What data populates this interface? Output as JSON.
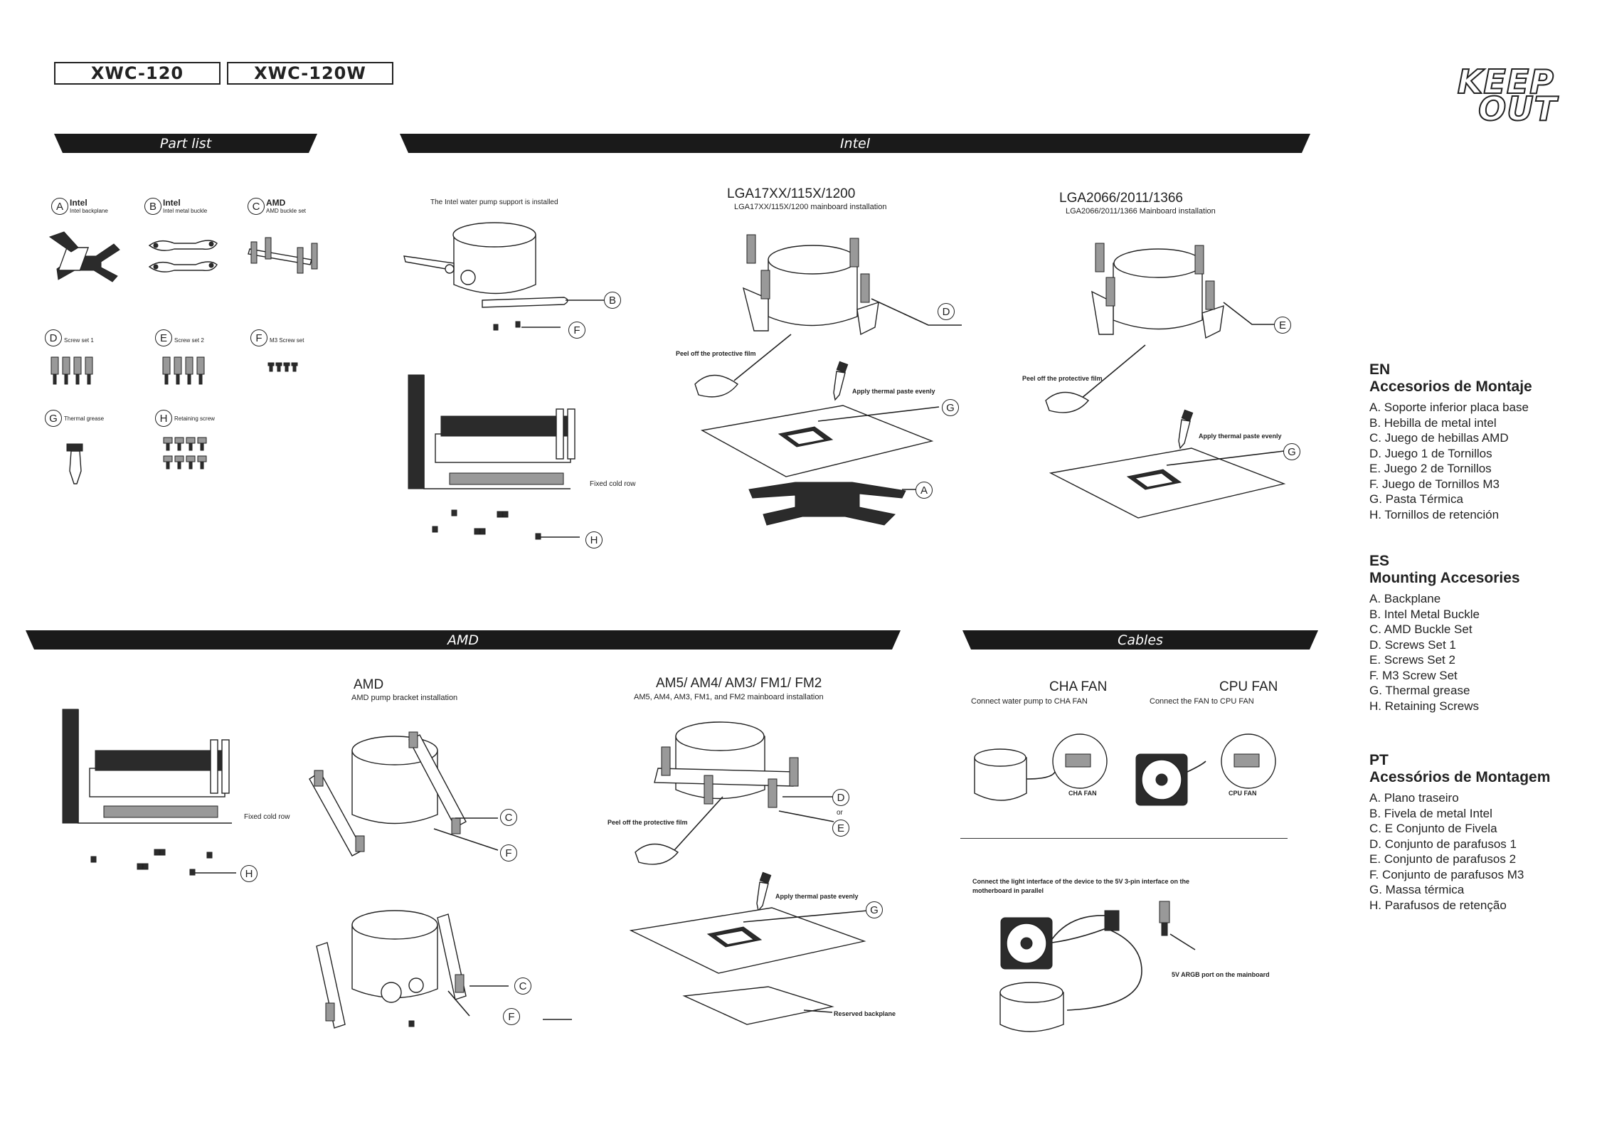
{
  "header": {
    "models": [
      "XWC-120",
      "XWC-120W"
    ],
    "logo": [
      "KEEP",
      "OUT"
    ]
  },
  "banners": {
    "part_list": "Part list",
    "intel": "Intel",
    "amd": "AMD",
    "cables": "Cables"
  },
  "parts": [
    {
      "letter": "A",
      "title": "Intel",
      "sub": "Intel backplane"
    },
    {
      "letter": "B",
      "title": "Intel",
      "sub": "Intel metal buckle"
    },
    {
      "letter": "C",
      "title": "AMD",
      "sub": "AMD buckle set"
    },
    {
      "letter": "D",
      "title": "",
      "sub": "Screw set 1"
    },
    {
      "letter": "E",
      "title": "",
      "sub": "Screw set 2"
    },
    {
      "letter": "F",
      "title": "",
      "sub": "M3 Screw set"
    },
    {
      "letter": "G",
      "title": "",
      "sub": "Thermal grease"
    },
    {
      "letter": "H",
      "title": "",
      "sub": "Retaining screw"
    }
  ],
  "intel": {
    "pump_support": "The Intel water pump support is installed",
    "fixed_cold_row": "Fixed cold row",
    "lga1_title": "LGA17XX/115X/1200",
    "lga1_sub": "LGA17XX/115X/1200 mainboard installation",
    "lga2_title": "LGA2066/2011/1366",
    "lga2_sub": "LGA2066/2011/1366 Mainboard installation",
    "peel": "Peel off the protective film",
    "apply": "Apply thermal paste evenly"
  },
  "amd": {
    "fixed_cold_row": "Fixed cold row",
    "bracket_title": "AMD",
    "bracket_sub": "AMD pump bracket installation",
    "am_title": "AM5/ AM4/ AM3/ FM1/ FM2",
    "am_sub": "AM5, AM4, AM3, FM1, and FM2 mainboard installation",
    "peel": "Peel off the protective film",
    "apply": "Apply thermal paste evenly",
    "reserved": "Reserved backplane",
    "or": "or"
  },
  "cables": {
    "cha_title": "CHA FAN",
    "cha_sub": "Connect water pump to CHA FAN",
    "cpu_title": "CPU FAN",
    "cpu_sub": "Connect the FAN to CPU FAN",
    "cha_label": "CHA FAN",
    "cpu_label": "CPU FAN",
    "argb_note": "Connect the light interface of the device to the 5V 3-pin interface on the motherboard in parallel",
    "argb_port": "5V ARGB port on the mainboard"
  },
  "languages": [
    {
      "code": "EN",
      "title": "Accesorios de Montaje",
      "items": [
        "A. Soporte inferior placa base",
        "B. Hebilla de metal intel",
        "C. Juego de hebillas AMD",
        "D. Juego 1 de Tornillos",
        "E. Juego 2 de Tornillos",
        "F. Juego de Tornillos M3",
        "G. Pasta Térmica",
        "H. Tornillos de retención"
      ]
    },
    {
      "code": "ES",
      "title": "Mounting Accesories",
      "items": [
        "A. Backplane",
        "B. Intel Metal Buckle",
        "C. AMD Buckle Set",
        "D. Screws Set 1",
        "E. Screws Set 2",
        "F. M3 Screw Set",
        "G. Thermal grease",
        "H. Retaining Screws"
      ]
    },
    {
      "code": "PT",
      "title": "Acessórios de Montagem",
      "items": [
        "A. Plano traseiro",
        "B. Fivela de metal Intel",
        "C. E Conjunto de Fivela",
        "D. Conjunto de parafusos 1",
        "E. Conjunto de parafusos 2",
        "F. Conjunto de parafusos M3",
        "G. Massa térmica",
        "H. Parafusos de retenção"
      ]
    }
  ]
}
